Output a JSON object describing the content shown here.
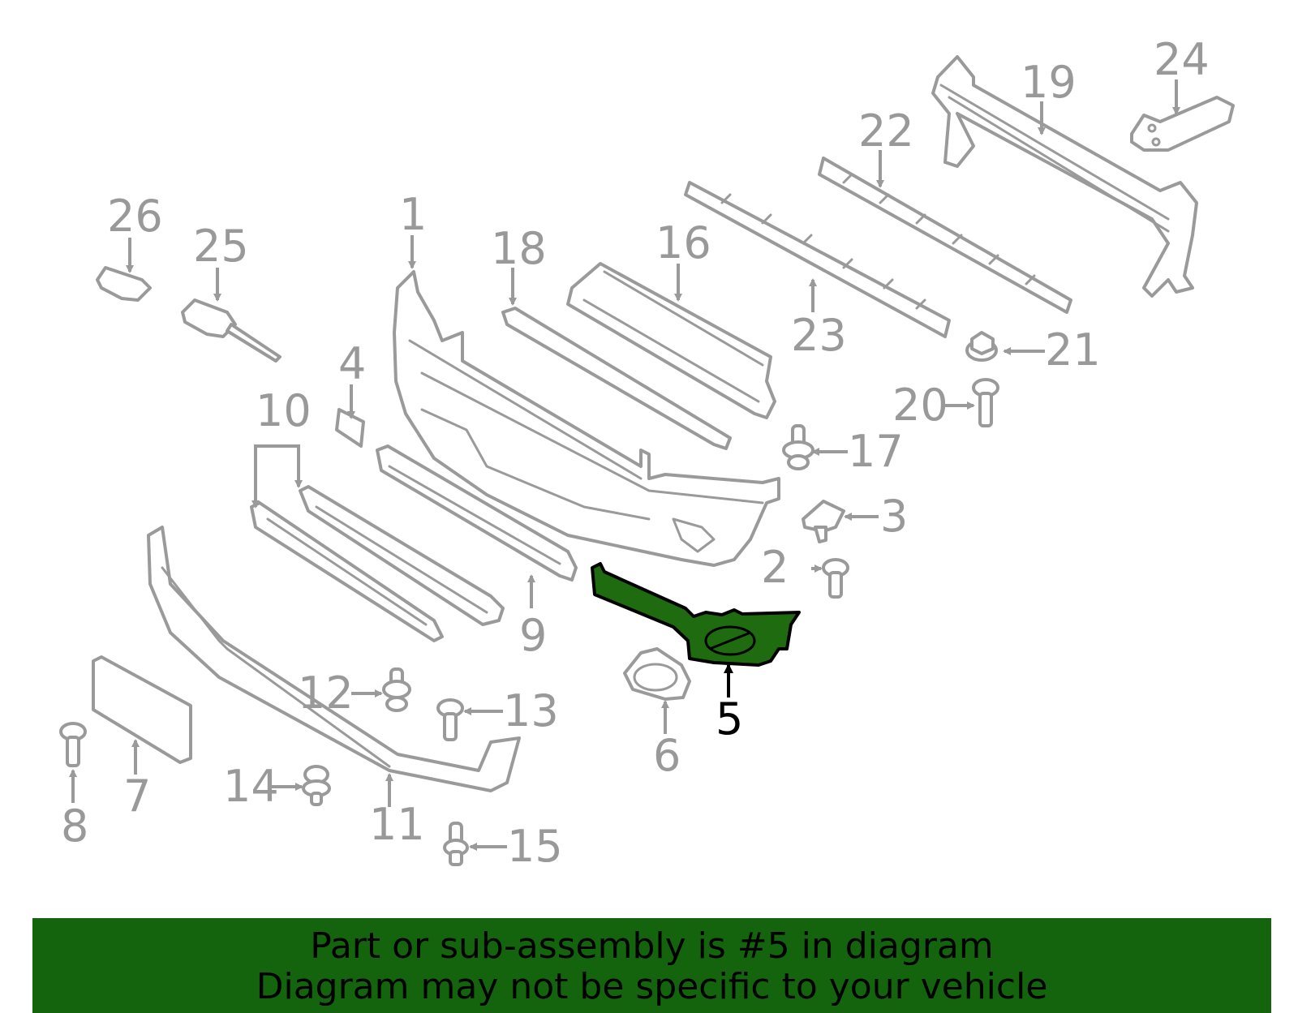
{
  "diagram": {
    "highlight_color": "#1e6b10",
    "banner_color": "#13640c",
    "highlighted_callout": "5",
    "callouts": [
      "1",
      "2",
      "3",
      "4",
      "5",
      "6",
      "7",
      "8",
      "9",
      "10",
      "11",
      "12",
      "13",
      "14",
      "15",
      "16",
      "17",
      "18",
      "19",
      "20",
      "21",
      "22",
      "23",
      "24",
      "25",
      "26"
    ]
  },
  "banner": {
    "line1": "Part or sub-assembly is #5 in diagram",
    "line2": "Diagram may not be specific to your vehicle"
  }
}
